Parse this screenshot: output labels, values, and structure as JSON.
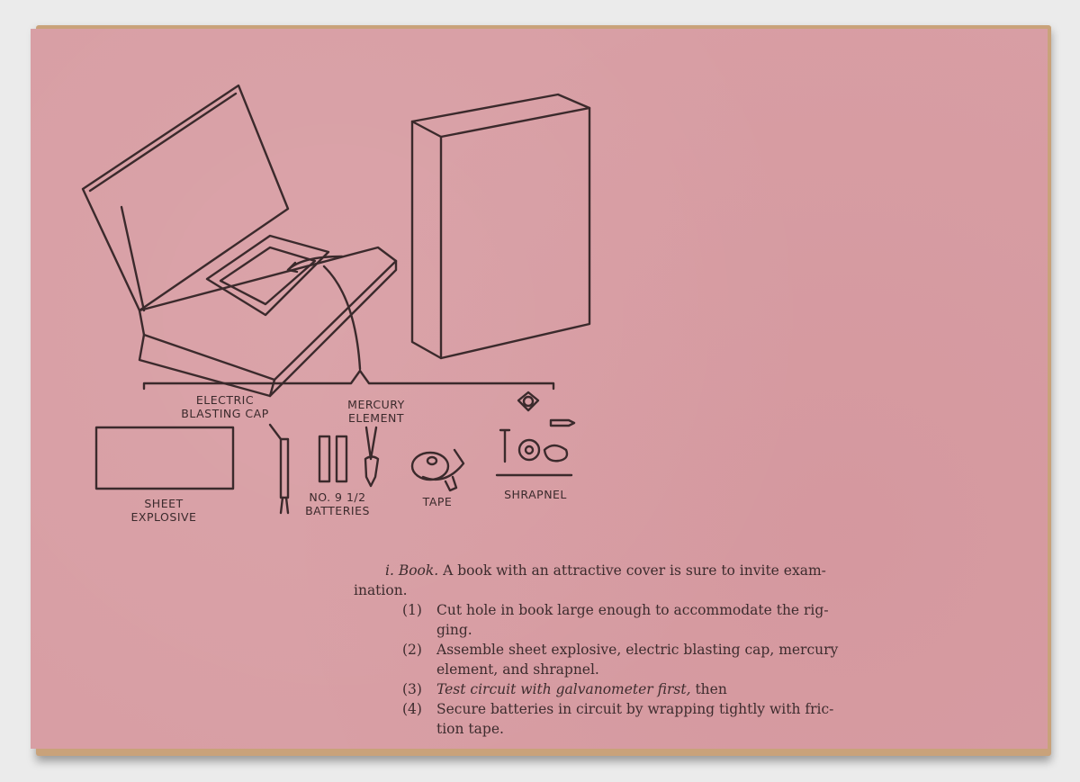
{
  "colors": {
    "card": "#d89ea4",
    "ink": "#3b2a2c",
    "background": "#ebebeb"
  },
  "labels": {
    "blasting_cap": [
      "ELECTRIC",
      "BLASTING CAP"
    ],
    "mercury": [
      "MERCURY",
      "ELEMENT"
    ],
    "sheet": [
      "SHEET",
      "EXPLOSIVE"
    ],
    "batteries": [
      "NO. 9 1/2",
      "BATTERIES"
    ],
    "tape": "TAPE",
    "shrapnel": "SHRAPNEL"
  },
  "text": {
    "marker": "i.",
    "heading": "Book.",
    "intro_line1": "A book with an attractive cover is sure to invite exam-",
    "intro_line2": "ination.",
    "items": [
      {
        "num": "(1)",
        "lines": [
          "Cut hole in book large enough to accommodate the rig-",
          "ging."
        ]
      },
      {
        "num": "(2)",
        "lines": [
          "Assemble sheet explosive, electric blasting cap, mercury",
          "element, and shrapnel."
        ]
      },
      {
        "num": "(3)",
        "italic": "Test circuit with galvanometer first,",
        "rest": " then"
      },
      {
        "num": "(4)",
        "lines": [
          "Secure batteries in circuit by wrapping tightly with fric-",
          "tion tape."
        ]
      }
    ]
  }
}
